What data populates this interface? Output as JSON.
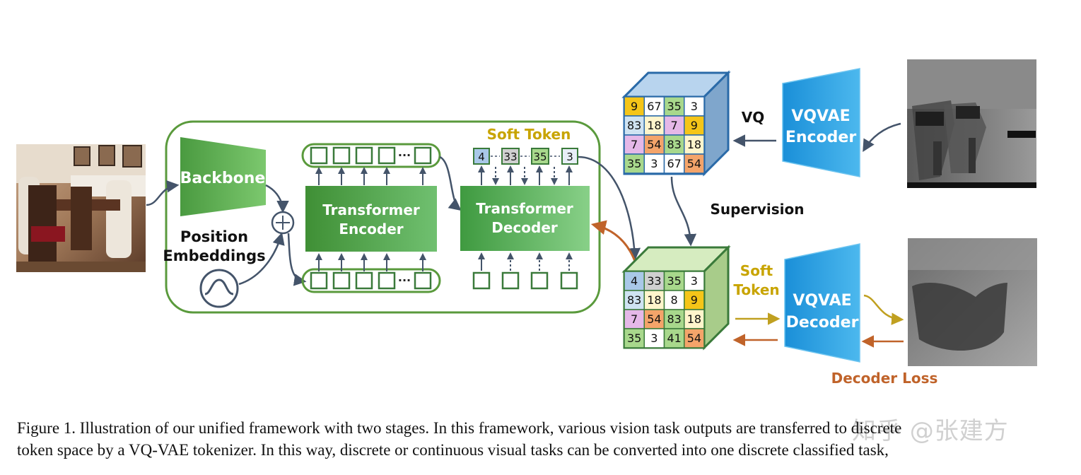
{
  "labels": {
    "backbone": "Backbone",
    "position": "Position",
    "embeddings": "Embeddings",
    "transformer": "Transformer",
    "encoder": "Encoder",
    "decoder": "Decoder",
    "soft_token": "Soft Token",
    "soft": "Soft",
    "token": "Token",
    "vq": "VQ",
    "vqvae": "VQVAE",
    "supervision": "Supervision",
    "decoder_loss": "Decoder Loss",
    "ellipsis": "···"
  },
  "soft_tokens": [
    "4",
    "33",
    "35",
    "3"
  ],
  "grid_top": [
    "9",
    "67",
    "35",
    "3",
    "83",
    "18",
    "7",
    "9",
    "7",
    "54",
    "83",
    "18",
    "35",
    "3",
    "67",
    "54"
  ],
  "grid_bottom": [
    "4",
    "33",
    "35",
    "3",
    "83",
    "18",
    "8",
    "9",
    "7",
    "54",
    "83",
    "18",
    "35",
    "3",
    "41",
    "54"
  ],
  "grid_top_colors": [
    "#f5c518",
    "#ffffff",
    "#a8d88c",
    "#ffffff",
    "#cfe3f2",
    "#fff5cc",
    "#e5b8e8",
    "#f5c518",
    "#e5b8e8",
    "#f4a46a",
    "#a8d88c",
    "#fff5cc",
    "#a8d88c",
    "#ffffff",
    "#ffffff",
    "#f4a46a"
  ],
  "grid_bottom_colors": [
    "#a9c8e8",
    "#d0d0d0",
    "#a8d88c",
    "#ffffff",
    "#cfe3f2",
    "#fff5cc",
    "#ffffff",
    "#f5c518",
    "#e5b8e8",
    "#f4a46a",
    "#a8d88c",
    "#fff5cc",
    "#a8d88c",
    "#ffffff",
    "#a8d88c",
    "#f4a46a"
  ],
  "soft_token_colors": [
    "#a9c8e8",
    "#d0d0d0",
    "#a8d88c",
    "#e8eef7"
  ],
  "caption": {
    "line1": "Figure 1. Illustration of our unified framework with two stages. In this framework, various vision task outputs are transferred to discrete",
    "line2": "token space by a VQ-VAE tokenizer. In this way, discrete or continuous visual tasks can be converted into one discrete classified task,"
  },
  "watermark": "知乎 @张建方"
}
